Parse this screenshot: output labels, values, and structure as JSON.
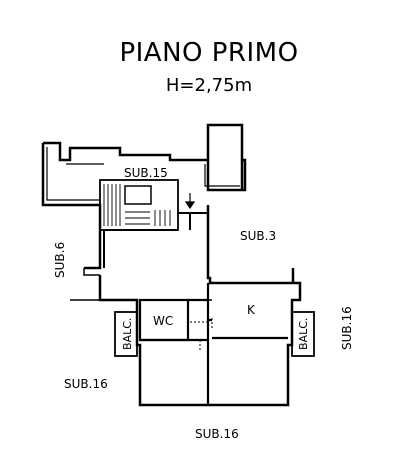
{
  "title": "PIANO PRIMO",
  "height_label": "H=2,75m",
  "labels": {
    "sub15": "SUB.15",
    "sub3": "SUB.3",
    "sub6": "SUB.6",
    "sub16_left": "SUB.16",
    "sub16_right": "SUB.16",
    "sub16_bottom": "SUB.16",
    "wc": "WC",
    "k": "K",
    "balc_left": "BALC.",
    "balc_right": "BALC."
  }
}
